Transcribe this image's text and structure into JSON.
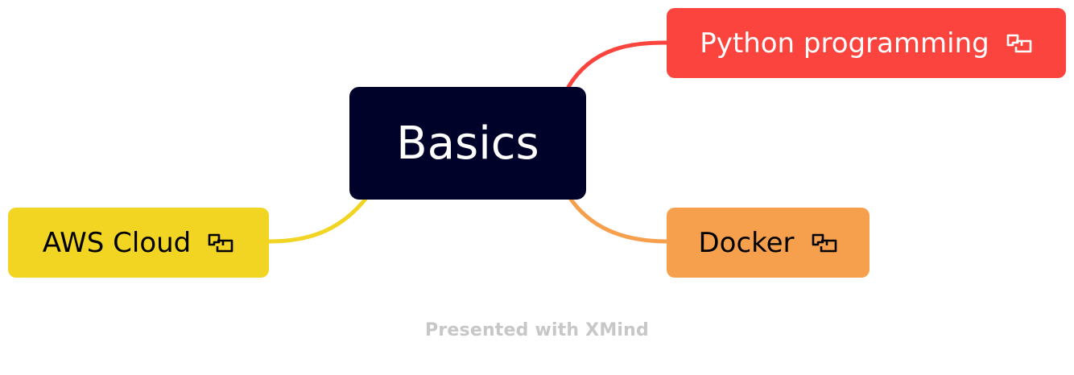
{
  "central": {
    "label": "Basics",
    "color": "#000229"
  },
  "branches": {
    "python": {
      "label": "Python programming",
      "color": "#fc443f",
      "icon": "link-icon"
    },
    "docker": {
      "label": "Docker",
      "color": "#f6a04d",
      "icon": "link-icon"
    },
    "aws": {
      "label": "AWS Cloud",
      "color": "#f2d422",
      "icon": "link-icon"
    }
  },
  "footer": {
    "text": "Presented with XMind"
  }
}
